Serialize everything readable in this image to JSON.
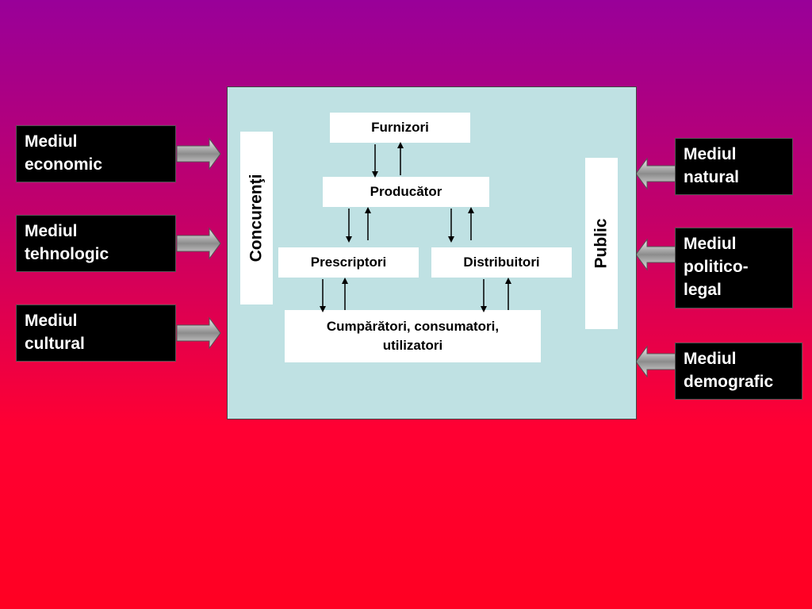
{
  "left_environments": [
    {
      "line1": "Mediul",
      "line2": "economic"
    },
    {
      "line1": "Mediul",
      "line2": "tehnologic"
    },
    {
      "line1": "Mediul",
      "line2": "cultural"
    }
  ],
  "right_environments": [
    {
      "line1": "Mediul",
      "line2": "natural",
      "line3": ""
    },
    {
      "line1": "Mediul",
      "line2": "politico-",
      "line3": "legal"
    },
    {
      "line1": "Mediul",
      "line2": "demografic",
      "line3": ""
    }
  ],
  "micro": {
    "competitors": "Concurenţi",
    "public": "Public",
    "suppliers": "Furnizori",
    "producer": "Producător",
    "prescribers": "Prescriptori",
    "distributors": "Distribuitori",
    "buyers_line1": "Cumpărători, consumatori,",
    "buyers_line2": "utilizatori"
  },
  "colors": {
    "background_top": "#990099",
    "background_bottom": "#ff0022",
    "panel": "#bfe1e3",
    "env_box": "#000000"
  }
}
